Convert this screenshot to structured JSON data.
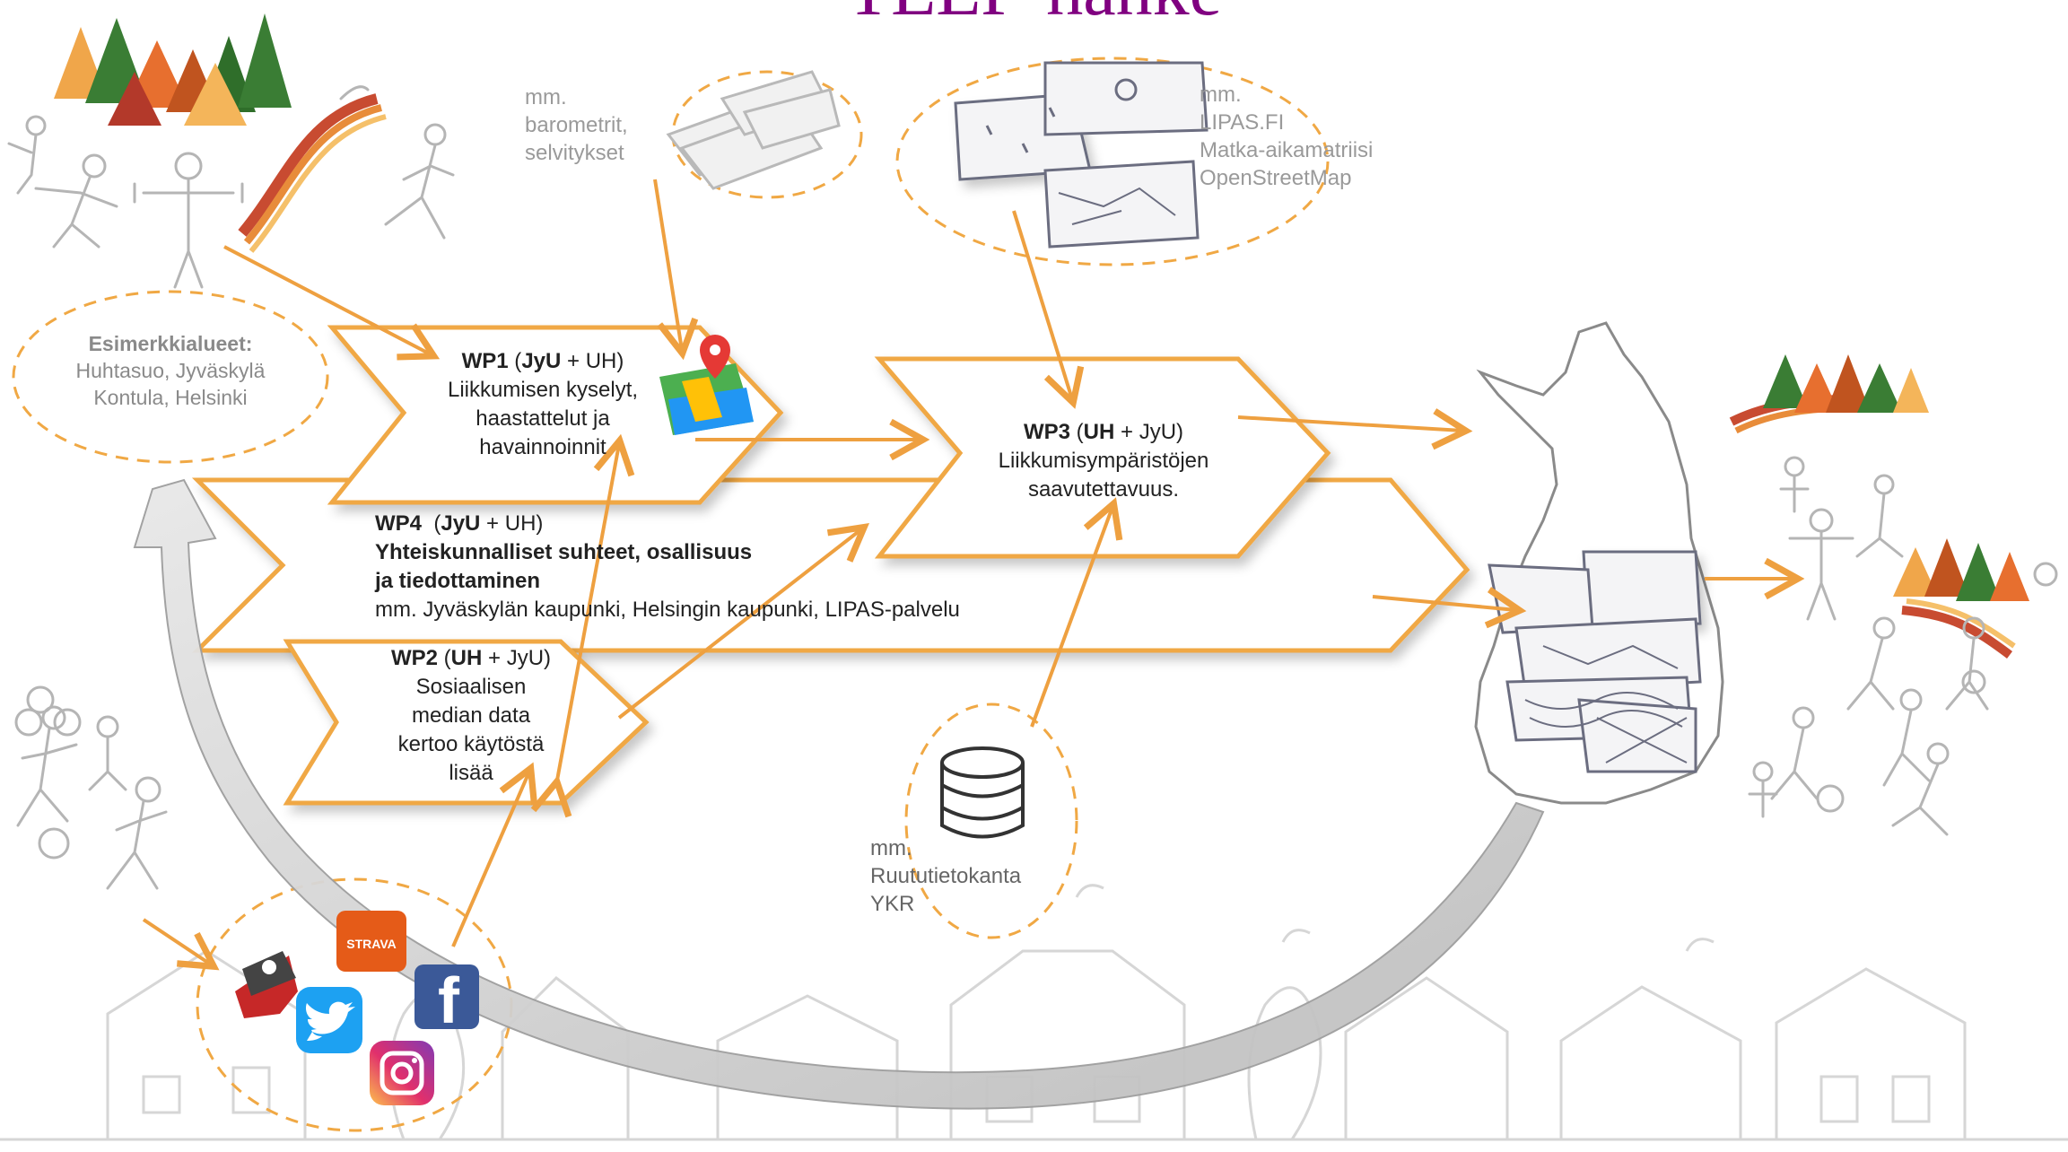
{
  "title": "TEEP-hanke",
  "example_areas": {
    "heading": "Esimerkkialueet:",
    "line1": "Huhtasuo, Jyväskylä",
    "line2": "Kontula, Helsinki"
  },
  "sources_top_left": {
    "line1": "mm.",
    "line2": "barometrit,",
    "line3": "selvitykset"
  },
  "sources_top_right": {
    "line1": "mm.",
    "line2": "LIPAS.FI",
    "line3": "Matka-aikamatriisi",
    "line4": "OpenStreetMap"
  },
  "sources_database": {
    "line1": "mm.",
    "line2": "Ruututietokanta",
    "line3": "YKR"
  },
  "wp1": {
    "code": "WP1",
    "lead": "JyU",
    "partner": "UH",
    "line1": "Liikkumisen kyselyt,",
    "line2": "haastattelut ja",
    "line3": "havainnoinnit"
  },
  "wp2": {
    "code": "WP2",
    "lead": "UH",
    "partner": "JyU",
    "line1": "Sosiaalisen",
    "line2": "median data",
    "line3": "kertoo käytöstä",
    "line4": "lisää"
  },
  "wp3": {
    "code": "WP3",
    "lead": "UH",
    "partner": "JyU",
    "line1": "Liikkumisympäristöjen",
    "line2": "saavutettavuus."
  },
  "wp4": {
    "code": "WP4",
    "lead": "JyU",
    "partner": "UH",
    "bold1": "Yhteiskunnalliset suhteet, osallisuus",
    "bold2": "ja tiedottaminen",
    "line": "mm. Jyväskylän kaupunki, Helsingin kaupunki, LIPAS-palvelu"
  },
  "social": {
    "strava": "STRAVA",
    "facebook": "f"
  },
  "colors": {
    "orange": "#f0a844",
    "arrow": "#eea040",
    "title": "#800080",
    "sketch": "#bdbdbd"
  }
}
